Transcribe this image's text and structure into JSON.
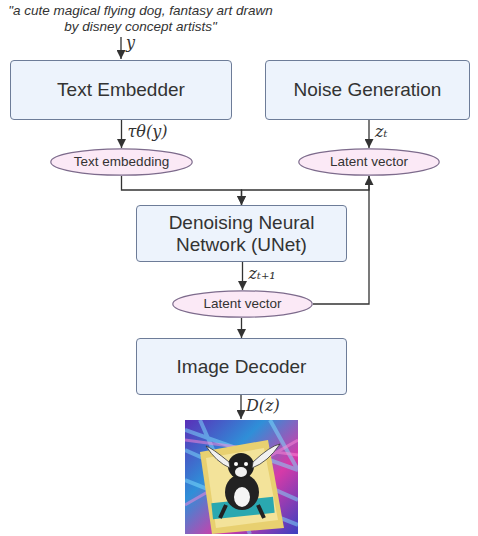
{
  "diagram": {
    "nodes": [
      {
        "text": [
          "Text Embedder"
        ]
      },
      {
        "text": [
          "Noise Generation"
        ]
      },
      {
        "text": [
          "Text embedding"
        ]
      },
      {
        "text": [
          "Latent vector"
        ]
      },
      {
        "text": [
          "Denoising Neural Network (UNet)"
        ]
      },
      {
        "text": [
          "Latent vector"
        ]
      },
      {
        "text": [
          "Image Decoder"
        ]
      }
    ],
    "edges": [
      {
        "from": 0,
        "to": 2,
        "arrow": "to",
        "label": "τθ(y)"
      },
      {
        "from": 1,
        "to": 3,
        "arrow": "to",
        "label": "zₜ"
      },
      {
        "from": 2,
        "to": 4,
        "arrow": "to"
      },
      {
        "from": 3,
        "to": 4,
        "arrow": "to"
      },
      {
        "from": 4,
        "to": 5,
        "arrow": "to",
        "label": "zₜ₊₁"
      },
      {
        "from": 5,
        "to": 3,
        "arrow": "to"
      },
      {
        "from": 5,
        "to": 6,
        "arrow": "to"
      }
    ],
    "labels": [
      "\"a cute magical flying dog, fantasy art drawn by disney concept artists\"",
      "y",
      "D(z)"
    ]
  }
}
